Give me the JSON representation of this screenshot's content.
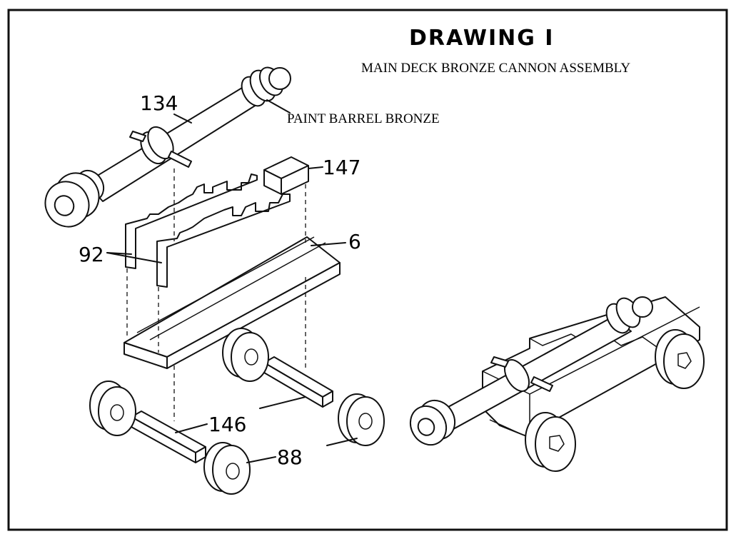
{
  "drawing": {
    "title": "DRAWING I",
    "subtitle": "MAIN DECK BRONZE CANNON ASSEMBLY",
    "note": "PAINT BARREL BRONZE"
  },
  "parts": [
    {
      "id": "barrel",
      "label": "134"
    },
    {
      "id": "quoin",
      "label": "147"
    },
    {
      "id": "cheeks",
      "label": "92"
    },
    {
      "id": "bed",
      "label": "6"
    },
    {
      "id": "axle",
      "label": "146"
    },
    {
      "id": "wheel",
      "label": "88"
    }
  ]
}
